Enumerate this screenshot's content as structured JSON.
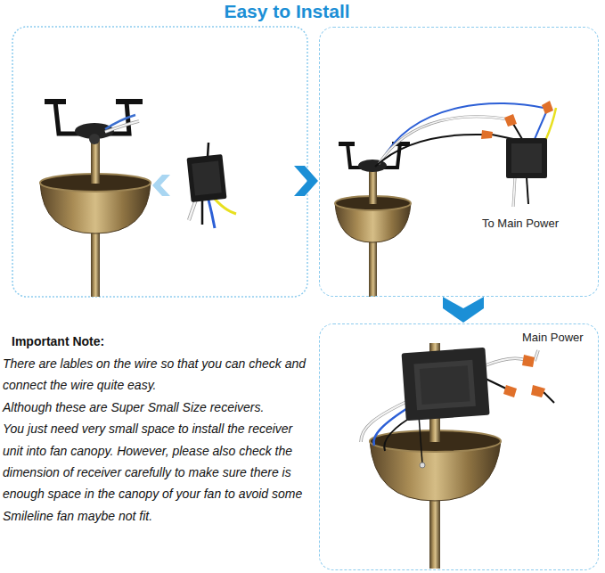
{
  "diagram": {
    "title": "Easy to Install",
    "nodes": [
      {
        "text": [
          "To Main Power"
        ]
      },
      {
        "text": [
          "Main Power"
        ]
      }
    ],
    "edges": [
      {
        "from": 0,
        "to": 1,
        "arrow": "to"
      }
    ],
    "labels": [
      "Important Note:",
      "There are lables on the wire so that you can check and connect the wire quite easy.",
      "Although these are Super Small Size receivers.",
      "You just need very small space to install the receiver unit into fan canopy. However, please also check the dimension of receiver carefully to make sure there is enough space in the canopy of your fan to avoid some Smileline fan maybe not fit."
    ]
  }
}
